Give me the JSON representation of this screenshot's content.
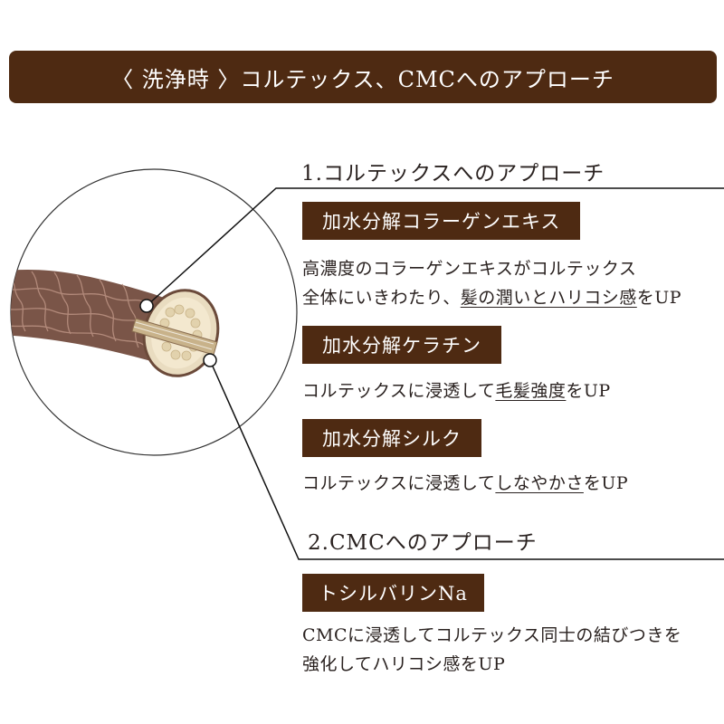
{
  "header": {
    "title": "〈 洗浄時 〉コルテックス、CMCへのアプローチ"
  },
  "section1": {
    "title": "1.コルテックスへのアプローチ",
    "items": [
      {
        "badge": "加水分解コラーゲンエキス",
        "line1": "高濃度のコラーゲンエキスがコルテックス",
        "line2_pre": "全体にいきわたり、",
        "line2_ul": "髪の潤いとハリコシ感",
        "line2_post": "をUP"
      },
      {
        "badge": "加水分解ケラチン",
        "pre": "コルテックスに浸透して",
        "ul": "毛髪強度",
        "post": "をUP"
      },
      {
        "badge": "加水分解シルク",
        "pre": "コルテックスに浸透して",
        "ul": "しなやかさ",
        "post": "をUP"
      }
    ]
  },
  "section2": {
    "title": "2.CMCへのアプローチ",
    "badge": "トシルバリンNa",
    "line1": "CMCに浸透してコルテックス同士の結びつきを",
    "line2": "強化してハリコシ感をUP"
  },
  "colors": {
    "brand_brown": "#4e2a12",
    "hair_brown": "#7a5548",
    "cortex_cream": "#f0e4c8"
  }
}
